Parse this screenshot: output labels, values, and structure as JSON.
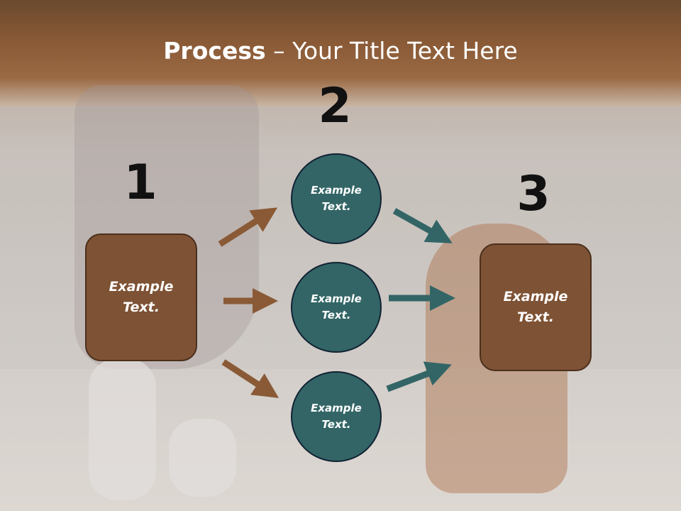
{
  "title": {
    "bold": "Process",
    "rest": " – Your Title Text Here"
  },
  "steps": {
    "one": "1",
    "two": "2",
    "three": "3"
  },
  "left_box": {
    "line1": "Example",
    "line2": "Text."
  },
  "right_box": {
    "line1": "Example",
    "line2": "Text."
  },
  "circles": [
    {
      "line1": "Example",
      "line2": "Text."
    },
    {
      "line1": "Example",
      "line2": "Text."
    },
    {
      "line1": "Example",
      "line2": "Text."
    }
  ],
  "colors": {
    "brown": "#7e5234",
    "teal": "#336566",
    "brown_arrow": "#8a5a36",
    "teal_arrow": "#336566"
  }
}
